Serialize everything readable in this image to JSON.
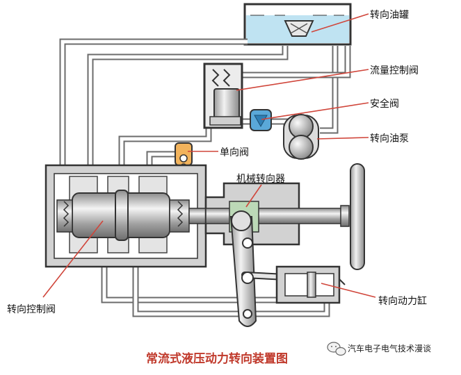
{
  "labels": {
    "oil_tank": "转向油罐",
    "flow_valve": "流量控制阀",
    "safety_valve": "安全阀",
    "pump": "转向油泵",
    "check_valve": "单向阀",
    "steering_gear": "机械转向器",
    "control_valve": "转向控制阀",
    "power_cylinder": "转向动力缸"
  },
  "title": "常流式液压动力转向装置图",
  "watermark": "汽车电子电气技术漫谈",
  "colors": {
    "leader": "#d0453a",
    "title": "#c0392b",
    "pipe": "#6b6b6b",
    "fluid": "#bfe3f2",
    "housing": "#d2d2d2",
    "check_valve": "#f2b35c",
    "safety_valve": "#5aa8d8"
  }
}
